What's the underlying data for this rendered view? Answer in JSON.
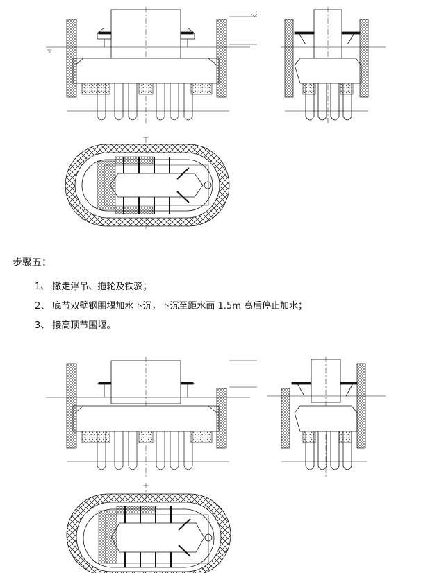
{
  "steps": {
    "title": "步骤五：",
    "items": [
      "1、 撤走浮吊、拖轮及铁驳；",
      "2、 底节双壁钢围堰加水下沉，下沉至距水面 1.5m 高后停止加水；",
      "3、 接高顶节围堰。"
    ]
  },
  "colors": {
    "line": "#111111",
    "hatch": "#555555"
  }
}
